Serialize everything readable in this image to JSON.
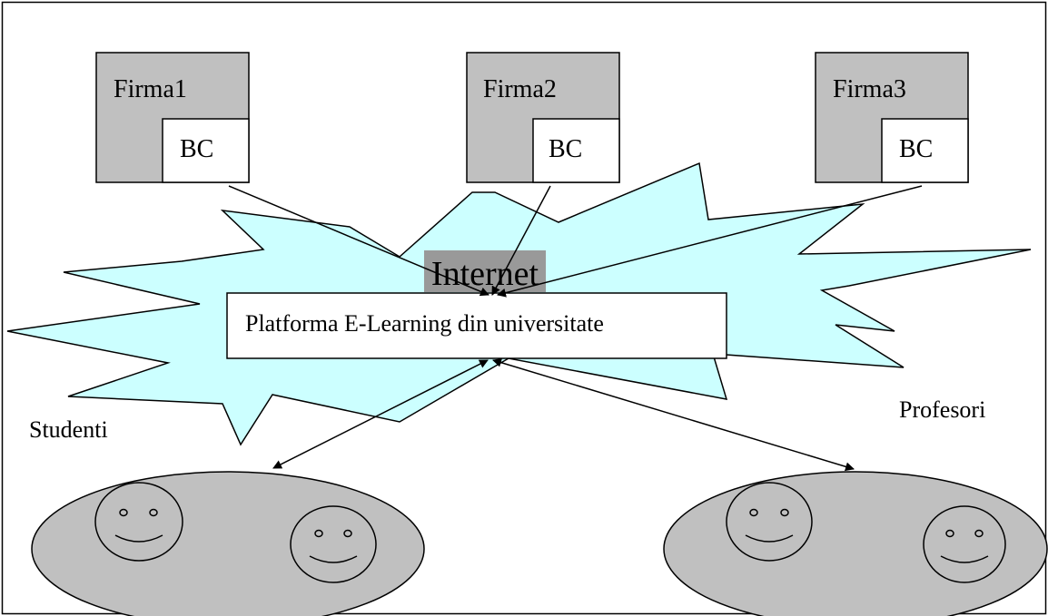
{
  "diagram": {
    "internet_label": "Internet",
    "platform_label": "Platforma E-Learning din universitate",
    "firms": [
      {
        "name": "Firma1",
        "box_label": "BC"
      },
      {
        "name": "Firma2",
        "box_label": "BC"
      },
      {
        "name": "Firma3",
        "box_label": "BC"
      }
    ],
    "groups": [
      {
        "label": "Studenti"
      },
      {
        "label": "Profesori"
      }
    ]
  },
  "colors": {
    "firm_fill": "#c0c0c0",
    "cloud_fill": "#ccffff",
    "group_fill": "#c0c0c0",
    "internet_highlight": "#999999",
    "line": "#000000",
    "box_fill": "#ffffff"
  }
}
